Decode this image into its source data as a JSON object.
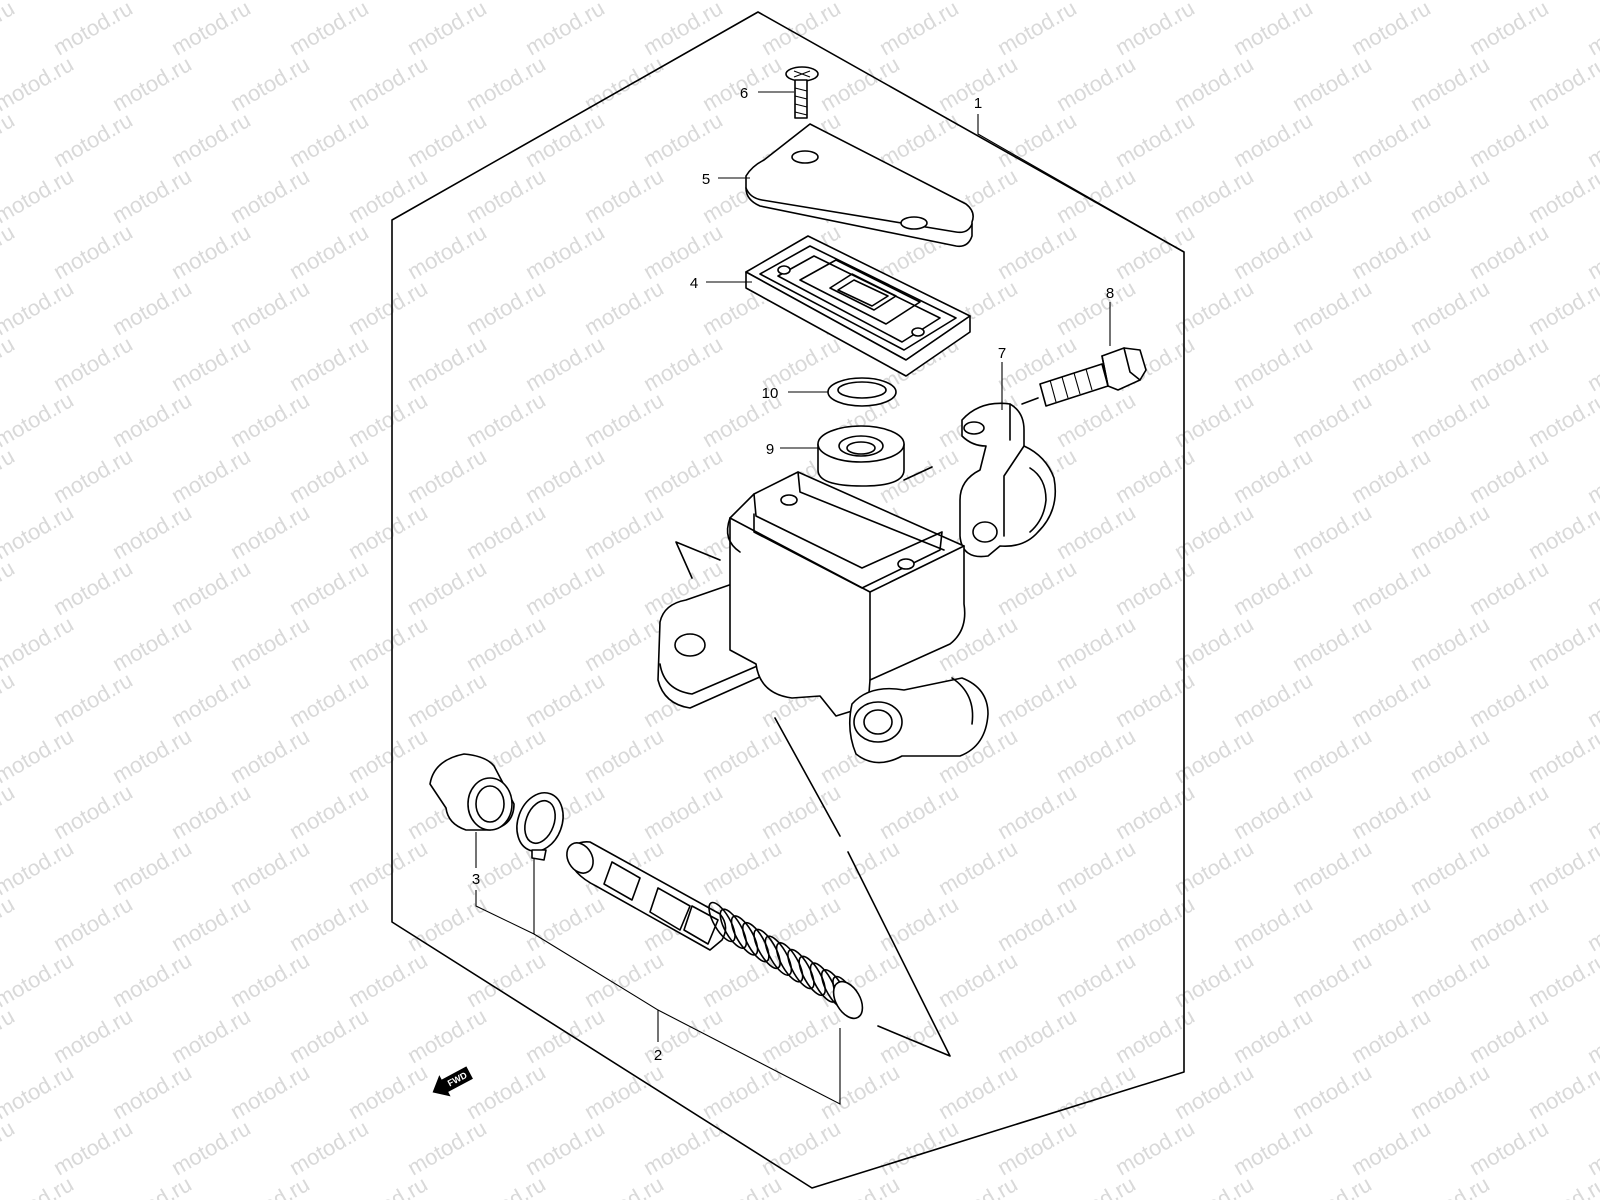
{
  "watermark": {
    "text": "motod.ru",
    "color": "#d9d9d9"
  },
  "direction_badge": {
    "label": "FWD"
  },
  "callouts": [
    {
      "id": "1",
      "label": "1"
    },
    {
      "id": "2",
      "label": "2"
    },
    {
      "id": "3",
      "label": "3"
    },
    {
      "id": "4",
      "label": "4"
    },
    {
      "id": "5",
      "label": "5"
    },
    {
      "id": "6",
      "label": "6"
    },
    {
      "id": "7",
      "label": "7"
    },
    {
      "id": "8",
      "label": "8"
    },
    {
      "id": "9",
      "label": "9"
    },
    {
      "id": "10",
      "label": "10"
    }
  ],
  "colors": {
    "line": "#000000",
    "background": "#ffffff"
  }
}
